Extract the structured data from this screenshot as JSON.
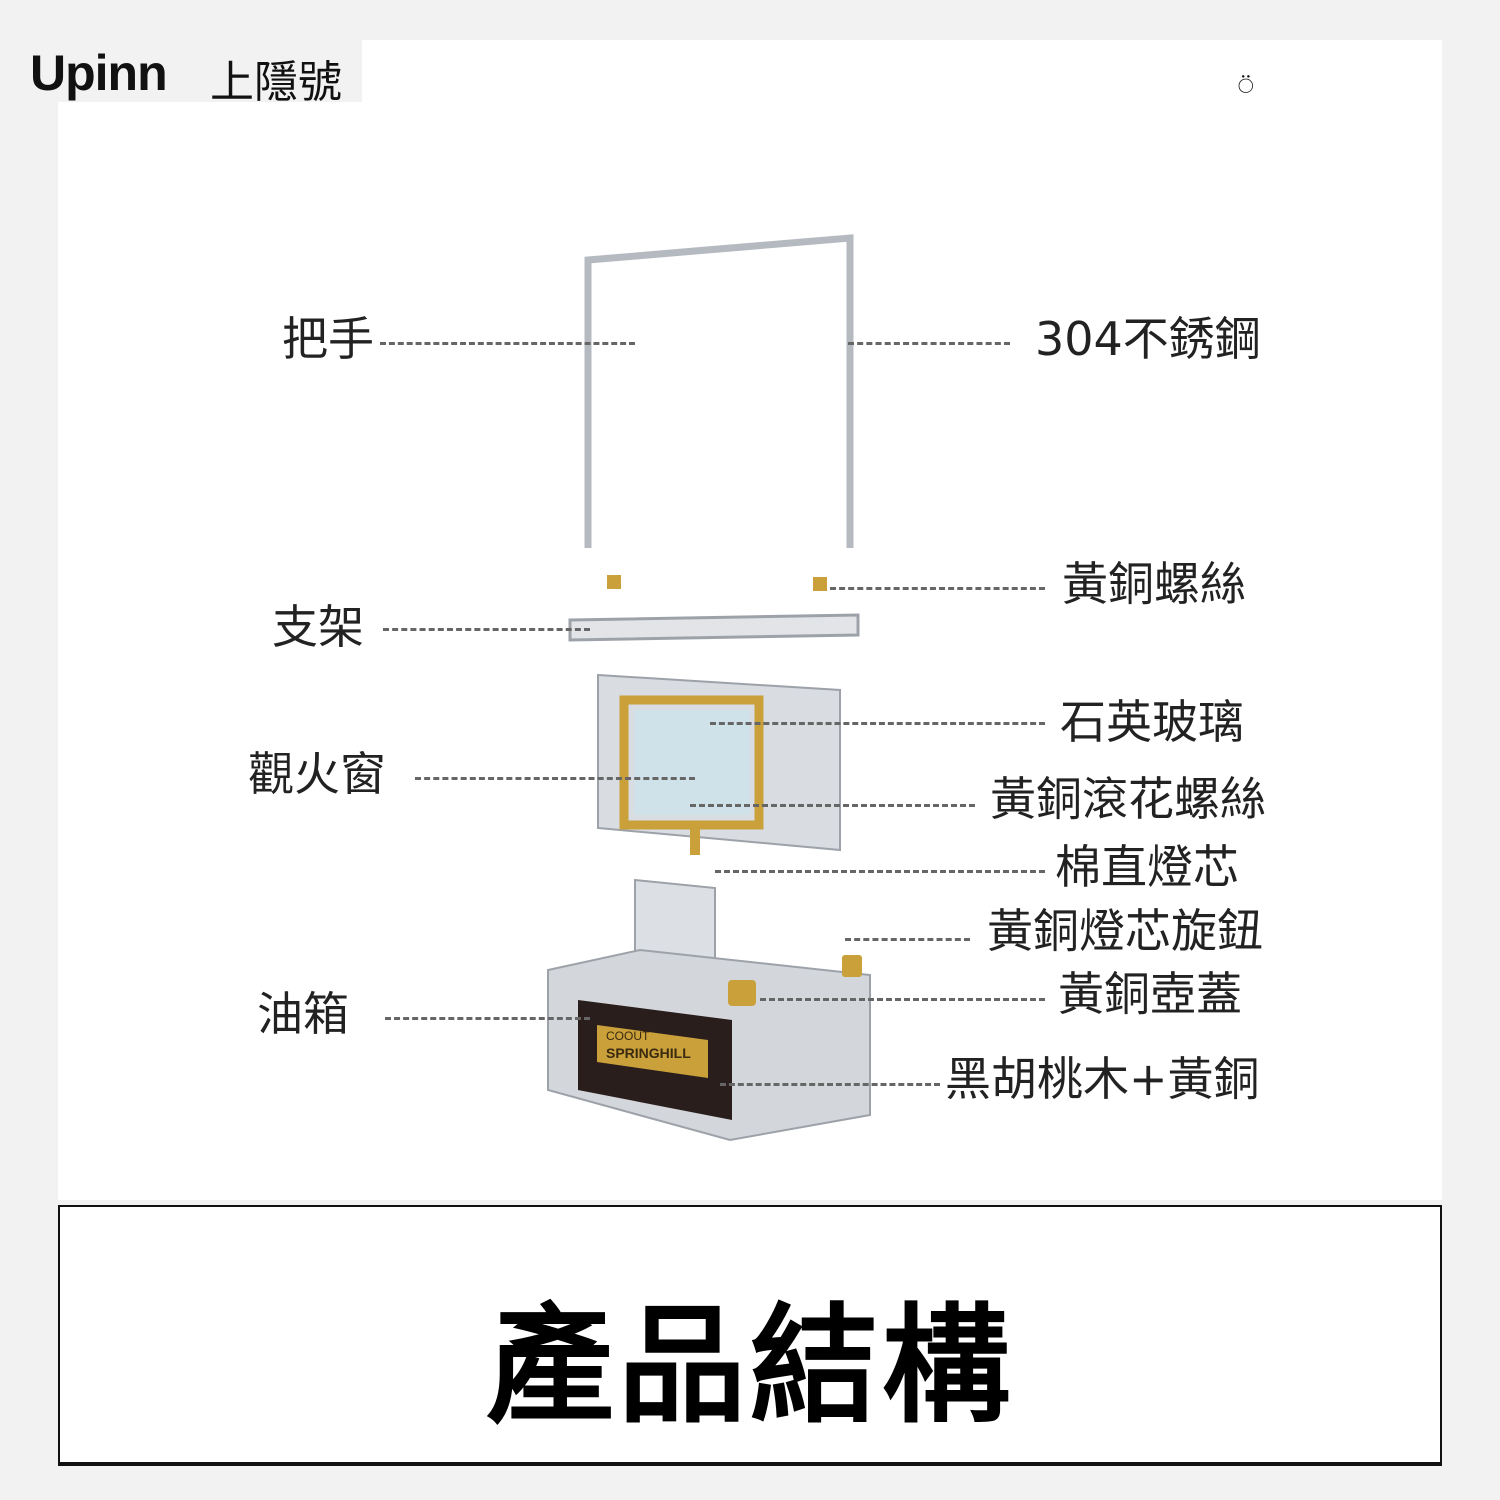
{
  "brand": {
    "logo_text": "Upinn",
    "logo_cn": "上隱號"
  },
  "labels": {
    "handle": "把手",
    "material": "304不銹鋼",
    "brass_screw": "黃銅螺絲",
    "bracket": "支架",
    "quartz_glass": "石英玻璃",
    "fire_window": "觀火窗",
    "knurled_screw": "黃銅滾花螺絲",
    "wick": "棉直燈芯",
    "wick_knob": "黃銅燈芯旋鈕",
    "cap": "黃銅壺蓋",
    "tank": "油箱",
    "plate": "黑胡桃木+黃銅"
  },
  "nameplate": {
    "line1": "COOUT",
    "line2": "SPRINGHILL"
  },
  "title": "產品結構",
  "colors": {
    "brass": "#c9a03a",
    "steel": "#c8ccd2",
    "wood": "#2a1e1c"
  }
}
